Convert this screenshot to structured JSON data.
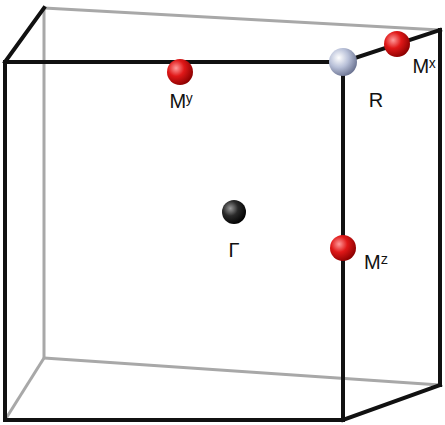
{
  "diagram": {
    "labels": [
      "Mʸ",
      "R",
      "Mˣ",
      "Γ",
      "Mᶻ"
    ]
  }
}
